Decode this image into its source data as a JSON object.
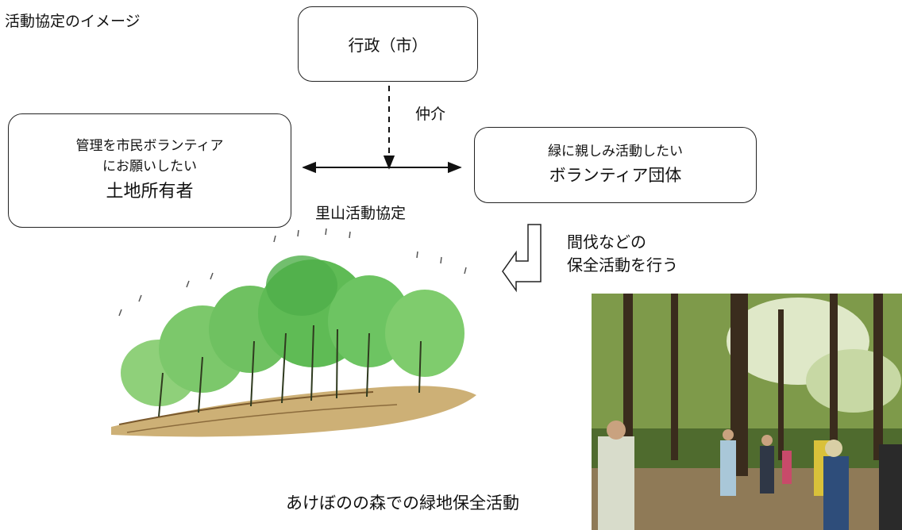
{
  "title": "活動協定のイメージ",
  "government_box": {
    "label": "行政（市）"
  },
  "mediation_label": "仲介",
  "landowner_box": {
    "line1": "管理を市民ボランティア",
    "line2": "にお願いしたい",
    "line3": "土地所有者"
  },
  "volunteer_box": {
    "line1": "緑に親しみ活動したい",
    "line2": "ボランティア団体"
  },
  "agreement_label": "里山活動協定",
  "activity_label": {
    "line1": "間伐などの",
    "line2": "保全活動を行う"
  },
  "caption": "あけぼのの森での緑地保全活動"
}
